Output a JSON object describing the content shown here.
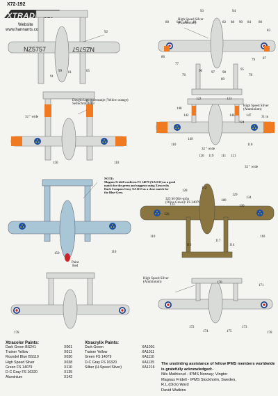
{
  "header": {
    "product_code": "X72-192",
    "brand_name": "XTRADECAL",
    "website_label": "Website",
    "website_url": "www.hannants.co.uk"
  },
  "callouts": {
    "silver_1": "High Speed Silver\n(Aluminium)",
    "dayglo": "Dayglo lago guleoranje (Yellow orange)\nSemichrol 3483",
    "dim_32": "32 \" wide",
    "silver_2": "High Speed Silver\n(Aluminium)",
    "dim_31": "31 in",
    "dim_32b": "32 \" wide",
    "dim_32c": "32 \" wide",
    "note": "NOTE:\nMagnus Fridell confirms FS 14079 (XA1135) as a good\nmatch for the green and suggests using Xtracrylix\nDark Compass Gray XA1133 as a close match for\nthe Blue-Grey.",
    "olive": "325 M Oliv-grön\n(Olive Green)/ FS 24079",
    "paint_red": "Paint\nRed",
    "silver_3": "High Speed Silver\n(Aluminium)",
    "serial": "NZ5757"
  },
  "part_numbers": {
    "p92": "92",
    "p91": "91",
    "p99": "99",
    "p61": "61",
    "p65": "65",
    "p93": "93",
    "p94": "94",
    "p80a": "80",
    "p64": "64",
    "p85": "85",
    "p81": "81",
    "p82": "82",
    "p88": "88",
    "p90": "90",
    "p84": "84",
    "p80b": "80",
    "p83": "83",
    "p86": "86",
    "p77": "77",
    "p96": "96",
    "p97": "97",
    "p98": "98",
    "p95": "95",
    "p79": "79",
    "p87": "87",
    "p76": "76",
    "p78": "78",
    "p89": "89",
    "p150a": "150",
    "p110a": "110",
    "p122": "122",
    "p123": "123",
    "p148": "148",
    "p142": "142",
    "p146": "146",
    "p147": "147",
    "p124": "124",
    "p110b": "110",
    "p149": "149",
    "p120": "120",
    "p119": "119",
    "p111": "111",
    "p121": "121",
    "p110c": "110",
    "p150b": "150",
    "p110d": "110",
    "p128": "128",
    "p112": "112",
    "p180": "180",
    "p129": "129",
    "p133": "133",
    "p134": "134",
    "p126": "126",
    "p130": "130",
    "p110e": "110",
    "p115": "115",
    "p117": "117",
    "p114": "114",
    "p110f": "110",
    "p178a": "178",
    "p170": "170",
    "p171": "171",
    "p172": "172",
    "p174": "174",
    "p175": "175",
    "p173": "173",
    "p178b": "178"
  },
  "xtracolor": {
    "heading": "Xtracolor Paints:",
    "rows": [
      {
        "name": "Dark Green BS241",
        "code": "X001"
      },
      {
        "name": "Trainer Yellow",
        "code": "X011"
      },
      {
        "name": "Roundel Blue BS110",
        "code": "X030"
      },
      {
        "name": "High Speed Silver",
        "code": "X038"
      },
      {
        "name": "Green FS 14079",
        "code": "X110"
      },
      {
        "name": "D-C Gray FS 16320",
        "code": "X135"
      },
      {
        "name": "Aluminium",
        "code": "X142"
      }
    ]
  },
  "xtracrylix": {
    "heading": "Xtracrylix Paints:",
    "rows": [
      {
        "name": "Dark Green",
        "code": "XA1001"
      },
      {
        "name": "Trainer Yellow",
        "code": "XA1011"
      },
      {
        "name": "Green FS 14079",
        "code": "XA1110"
      },
      {
        "name": "D-C Gray FS 16320",
        "code": "XA1135"
      },
      {
        "name": "Silber (H-Speed Silver)",
        "code": "XA1216"
      }
    ]
  },
  "acknowledgement": {
    "line1": "The unstinting assistance of  fellow IPMS members worldwide",
    "line2": "is gratefully acknowledged:-",
    "names": [
      "Nils Mathisrud - IPMS Norway; Vingtor",
      "Magnus Fridell - IPMS Stockholm, Sweden,",
      "R.L.(Dick) Ward",
      "David Watkins"
    ]
  },
  "colors": {
    "silver": "#d9dbd8",
    "orange": "#f07a22",
    "blue_grey": "#a9c6d6",
    "olive": "#8a7440",
    "roundel_red": "#c8242a",
    "roundel_blue": "#1d3f8c"
  }
}
